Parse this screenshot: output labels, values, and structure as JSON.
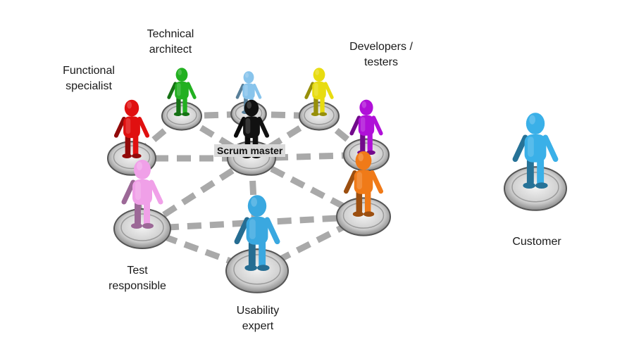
{
  "roles": {
    "technical_architect": "Technical\narchitect",
    "developers_testers": "Developers /\ntesters",
    "functional_specialist": "Functional\nspecialist",
    "scrum_master": "Scrum master",
    "test_responsible": "Test\nresponsible",
    "usability_expert": "Usability\nexpert",
    "customer": "Customer"
  },
  "colors": {
    "functional_specialist": "#e01010",
    "technical_architect": "#22b020",
    "top_center": "#88c4ec",
    "developers_testers": "#e8dc10",
    "purple": "#b010d8",
    "scrum_master": "#111111",
    "test_responsible": "#f0a0e8",
    "usability_expert": "#3aa8e0",
    "orange": "#f07a18",
    "customer": "#3ab0e8"
  },
  "icons": [
    "person-figure-icon",
    "platform-disc-icon",
    "dashed-connector-icon"
  ]
}
